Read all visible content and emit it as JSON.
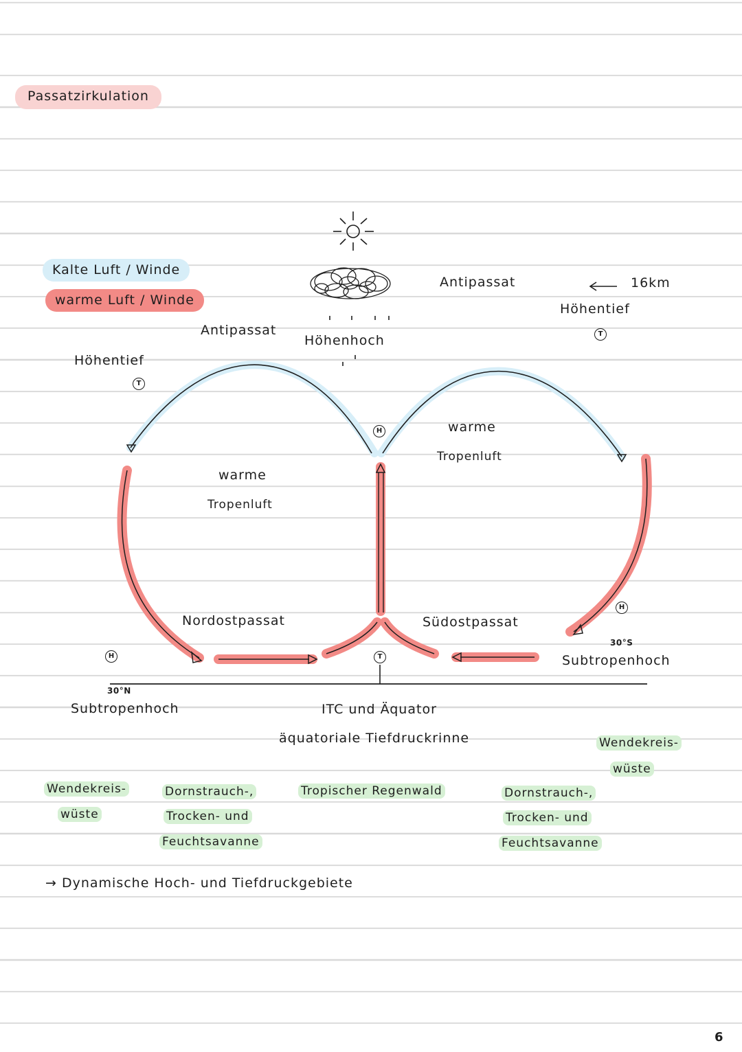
{
  "title": "Passatzirkulation",
  "colors": {
    "cold": "#d7eef8",
    "warm": "#f28a86",
    "title_bg": "#f9d3d2",
    "vegetation": "#d6f0d4",
    "ink": "#1e1e1e"
  },
  "legend": {
    "cold_label": "Kalte Luft / Winde",
    "warm_label": "warme Luft / Winde"
  },
  "symbols": {
    "low": "T",
    "high": "H"
  },
  "labels": {
    "altitude": "16km",
    "antipassat_left": "Antipassat",
    "antipassat_right": "Antipassat",
    "hoehenhoch": "Höhenhoch",
    "hoehentief_left": "Höhentief",
    "hoehentief_right": "Höhentief",
    "warme_left": "warme",
    "tropenluft_left": "Tropenluft",
    "warme_right": "warme",
    "tropenluft_right": "Tropenluft",
    "nordostpassat": "Nordostpassat",
    "suedostpassat": "Südostpassat",
    "lat_north": "30°N",
    "lat_south": "30°S",
    "subtropenhoch_left": "Subtropenhoch",
    "subtropenhoch_right": "Subtropenhoch",
    "itc": "ITC und Äquator",
    "tiefdruckrinne": "äquatoriale Tiefdruckrinne"
  },
  "vegetation": {
    "left_desert_1": "Wendekreis-",
    "left_desert_2": "wüste",
    "left_savanna_1": "Dornstrauch-,",
    "left_savanna_2": "Trocken- und",
    "left_savanna_3": "Feuchtsavanne",
    "center": "Tropischer Regenwald",
    "right_savanna_1": "Dornstrauch-,",
    "right_savanna_2": "Trocken- und",
    "right_savanna_3": "Feuchtsavanne",
    "right_desert_1": "Wendekreis-",
    "right_desert_2": "wüste"
  },
  "footnote": "Dynamische Hoch- und Tiefdruckgebiete",
  "footnote_arrow": "→",
  "page_number": "6"
}
